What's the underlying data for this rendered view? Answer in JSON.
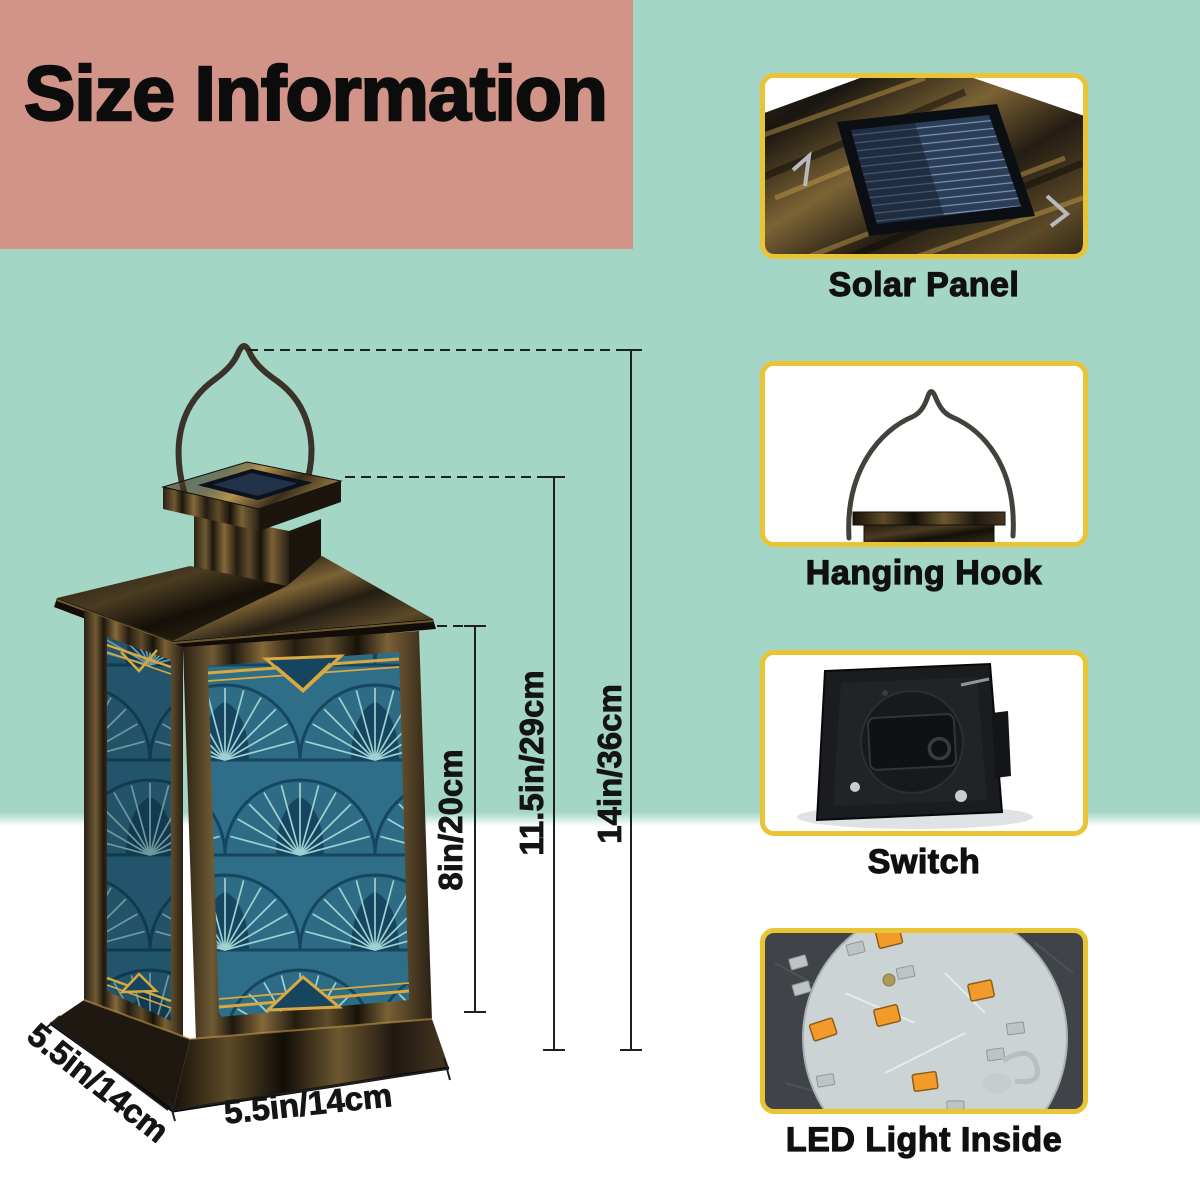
{
  "title": "Size Information",
  "palette": {
    "pink_panel": "#d29488",
    "mint_background": "#a3d6c4",
    "frame_yellow": "#e9c434",
    "text_black": "#101010",
    "panel_teal": "#2f6e88",
    "panel_navy": "#16455f",
    "panel_gold": "#d9a93f"
  },
  "dimensions": {
    "panel_height": "8in/20cm",
    "upper_height": "11.5in/29cm",
    "total_height": "14in/36cm",
    "base_side": "5.5in/14cm",
    "base_front": "5.5in/14cm"
  },
  "features": [
    {
      "label": "Solar Panel"
    },
    {
      "label": "Hanging Hook"
    },
    {
      "label": "Switch"
    },
    {
      "label": "LED Light Inside"
    }
  ]
}
